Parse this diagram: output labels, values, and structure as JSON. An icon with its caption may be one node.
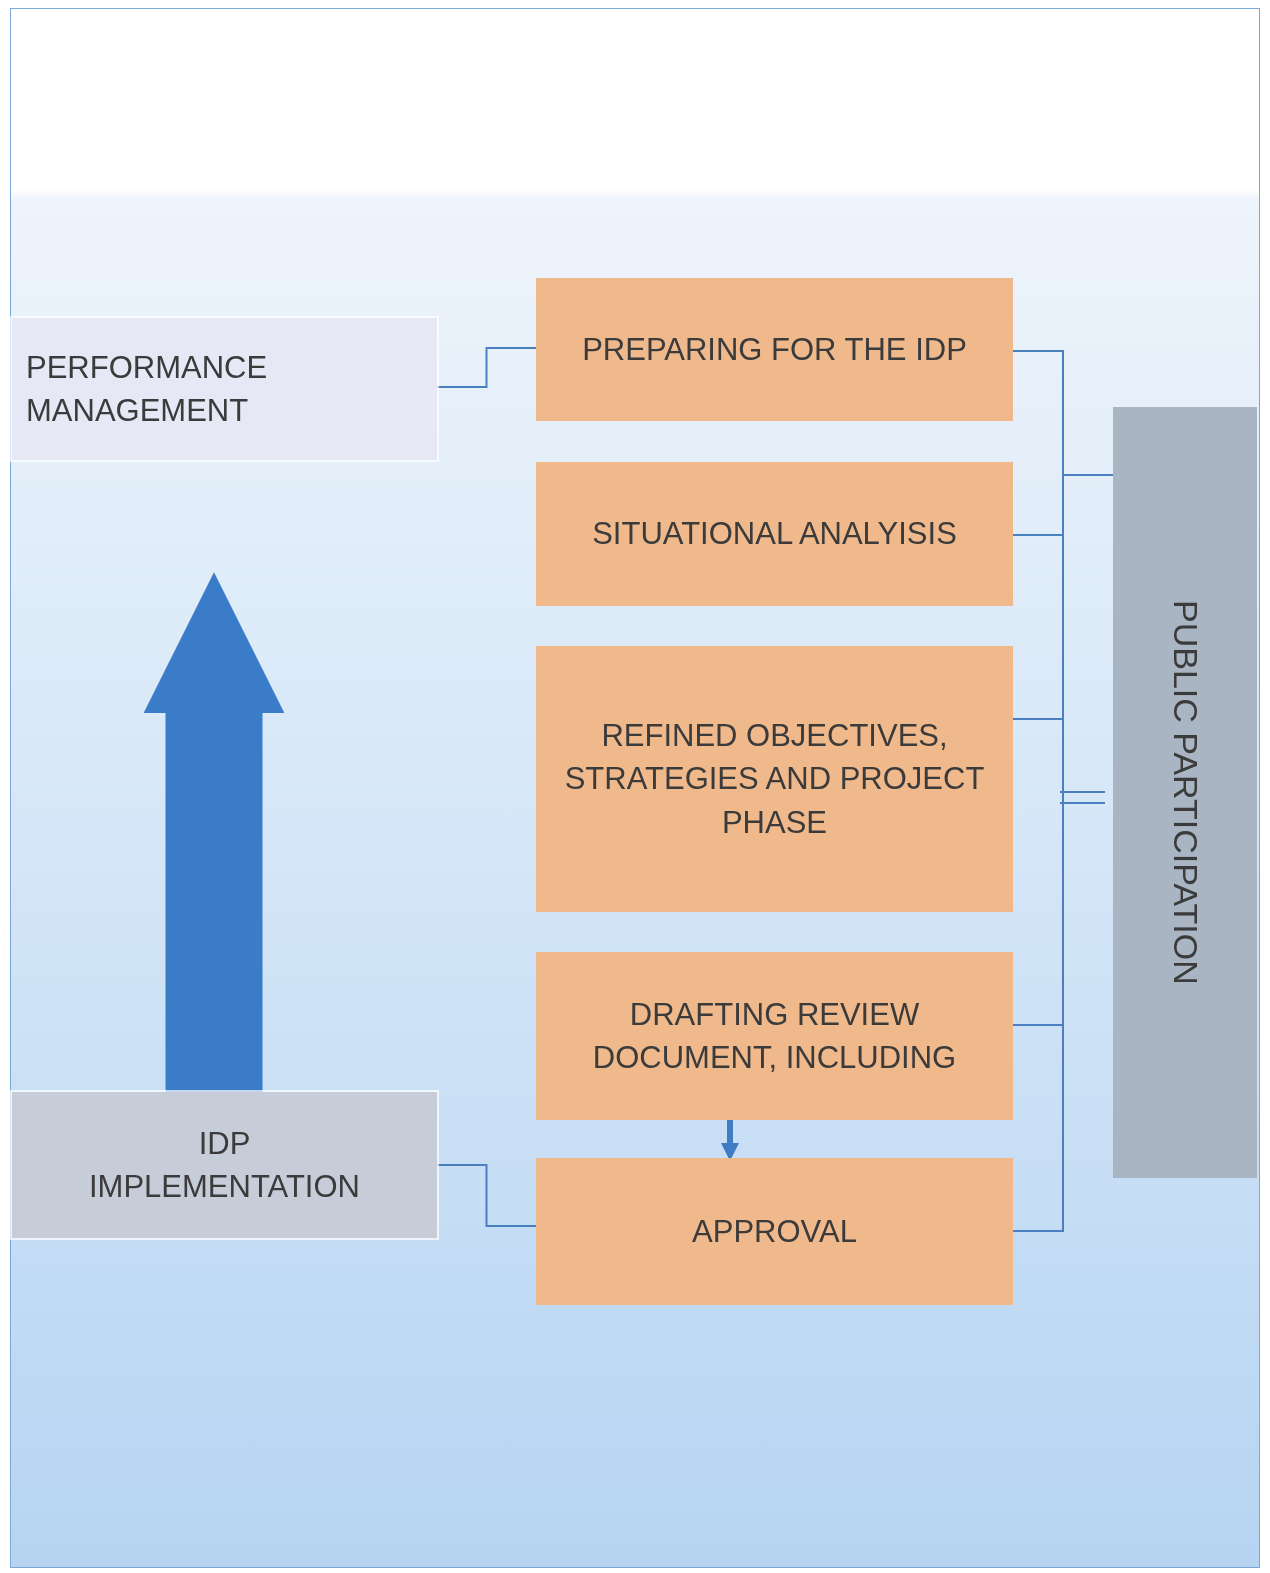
{
  "diagram": {
    "nodes": [
      {
        "text": [
          "PERFORMANCE MANAGEMENT"
        ]
      },
      {
        "text": [
          "PREPARING FOR THE IDP"
        ]
      },
      {
        "text": [
          "SITUATIONAL ANALYISIS"
        ]
      },
      {
        "text": [
          "REFINED OBJECTIVES, STRATEGIES AND PROJECT PHASE"
        ]
      },
      {
        "text": [
          "DRAFTING REVIEW DOCUMENT, INCLUDING"
        ]
      },
      {
        "text": [
          "IDP IMPLEMENTATION"
        ]
      },
      {
        "text": [
          "APPROVAL"
        ]
      },
      {
        "text": [
          "PUBLIC PARTICIPATION"
        ]
      }
    ],
    "edges": [
      {
        "from": 0,
        "to": 1,
        "arrow": "none"
      },
      {
        "from": 5,
        "to": 6,
        "arrow": "none"
      },
      {
        "from": 1,
        "to": 7,
        "arrow": "none"
      },
      {
        "from": 2,
        "to": 7,
        "arrow": "none"
      },
      {
        "from": 3,
        "to": 7,
        "arrow": "none"
      },
      {
        "from": 4,
        "to": 7,
        "arrow": "none"
      },
      {
        "from": 6,
        "to": 7,
        "arrow": "none"
      },
      {
        "from": 4,
        "to": 6,
        "arrow": "to",
        "style": "thick"
      },
      {
        "from": 5,
        "to": 0,
        "arrow": "to",
        "style": "thick"
      }
    ]
  }
}
